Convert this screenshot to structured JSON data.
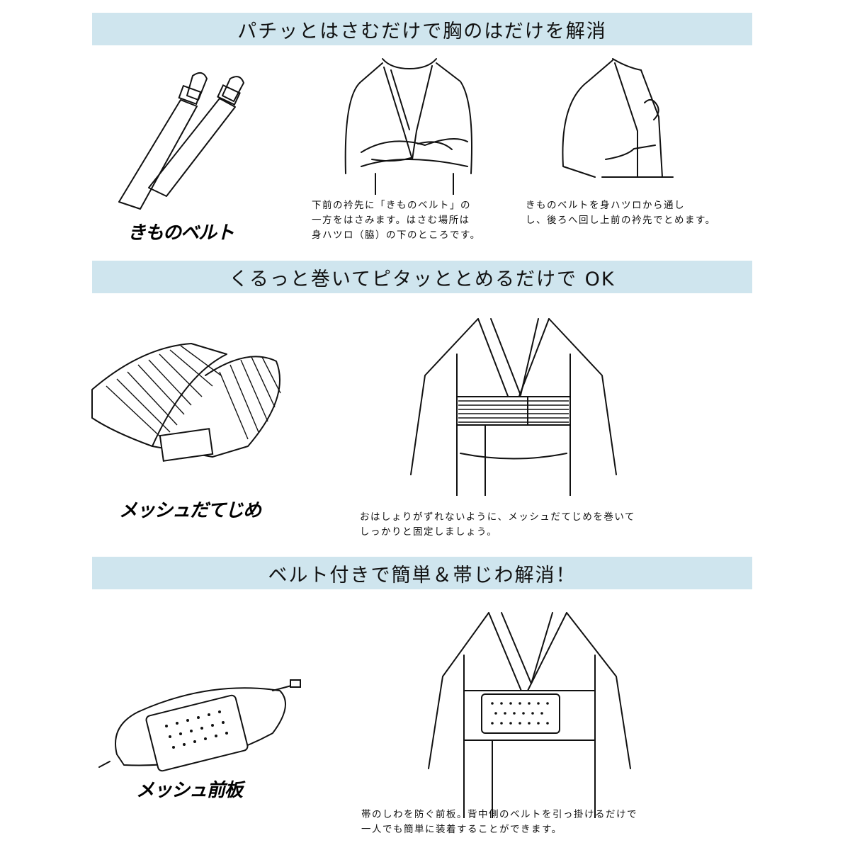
{
  "section1": {
    "banner": "パチッとはさむだけで胸のはだけを解消",
    "item_label": "きものベルト",
    "caption_left": [
      "下前の衿先に「きものベルト」の",
      "一方をはさみます。はさむ場所は",
      "身ハツロ（脇）の下のところです。"
    ],
    "caption_right": [
      "きものベルトを身ハツロから通し",
      "し、後ろへ回し上前の衿先でとめます。"
    ]
  },
  "section2": {
    "banner": "くるっと巻いてピタッととめるだけで OK",
    "item_label": "メッシュだてじめ",
    "caption": [
      "おはしょりがずれないように、メッシュだてじめを巻いて",
      "しっかりと固定しましょう。"
    ]
  },
  "section3": {
    "banner": "ベルト付きで簡単＆帯じわ解消！",
    "item_label": "メッシュ前板",
    "caption": [
      "帯のしわを防ぐ前板。背中側のベルトを引っ掛けるだけで",
      "一人でも簡単に装着することができます。"
    ]
  },
  "colors": {
    "banner_bg": "#cfe5ee",
    "line": "#111111"
  }
}
